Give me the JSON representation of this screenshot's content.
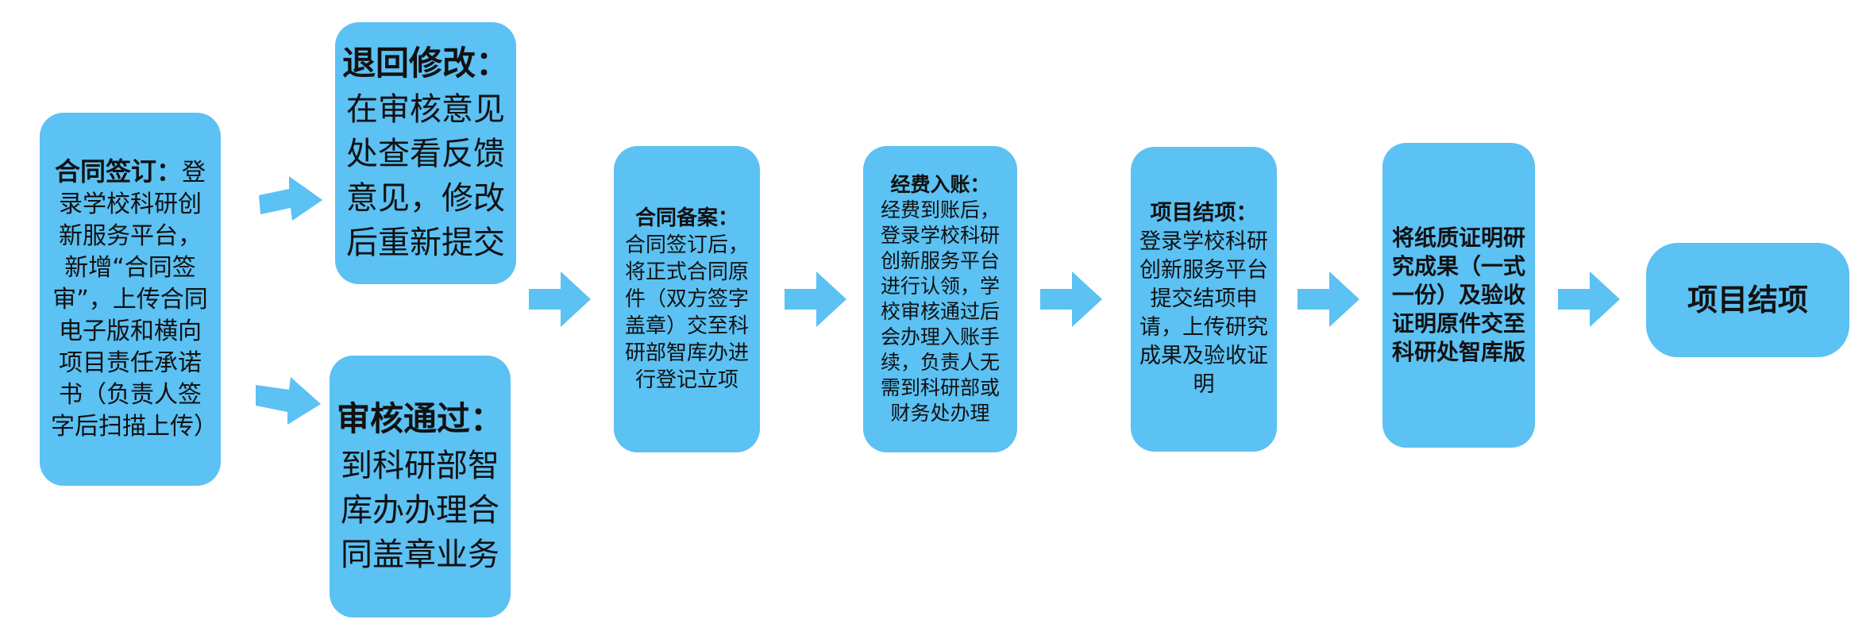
{
  "colors": {
    "box_fill": "#5cc1f3",
    "arrow_fill": "#5cc1f3",
    "text": "#111111"
  },
  "steps": {
    "contract_sign": {
      "title": "合同签订：",
      "body": "登录学校科研创新服务平台，新增“合同签审”，上传合同电子版和横向项目责任承诺书（负责人签字后扫描上传）"
    },
    "return_modify": {
      "title": "退回修改：",
      "body": "在审核意见处查看反馈意见，修改后重新提交"
    },
    "review_pass": {
      "title": "审核通过：",
      "body": "到科研部智库办办理合同盖章业务"
    },
    "contract_record": {
      "title": "合同备案：",
      "body": "合同签订后，将正式合同原件（双方签字盖章）交至科研部智库办进行登记立项"
    },
    "funds_arrival": {
      "title": "经费入账：",
      "body": "经费到账后，登录学校科研创新服务平台进行认领，学校审核通过后会办理入账手续，负责人无需到科研部或财务处办理"
    },
    "project_close": {
      "title": "项目结项：",
      "body": "登录学校科研创新服务平台提交结项申请，上传研究成果及验收证明"
    },
    "submit_paper": {
      "body": "将纸质证明研究成果（一式一份）及验收证明原件交至科研处智库版"
    },
    "final": {
      "title": "项目结项"
    }
  }
}
